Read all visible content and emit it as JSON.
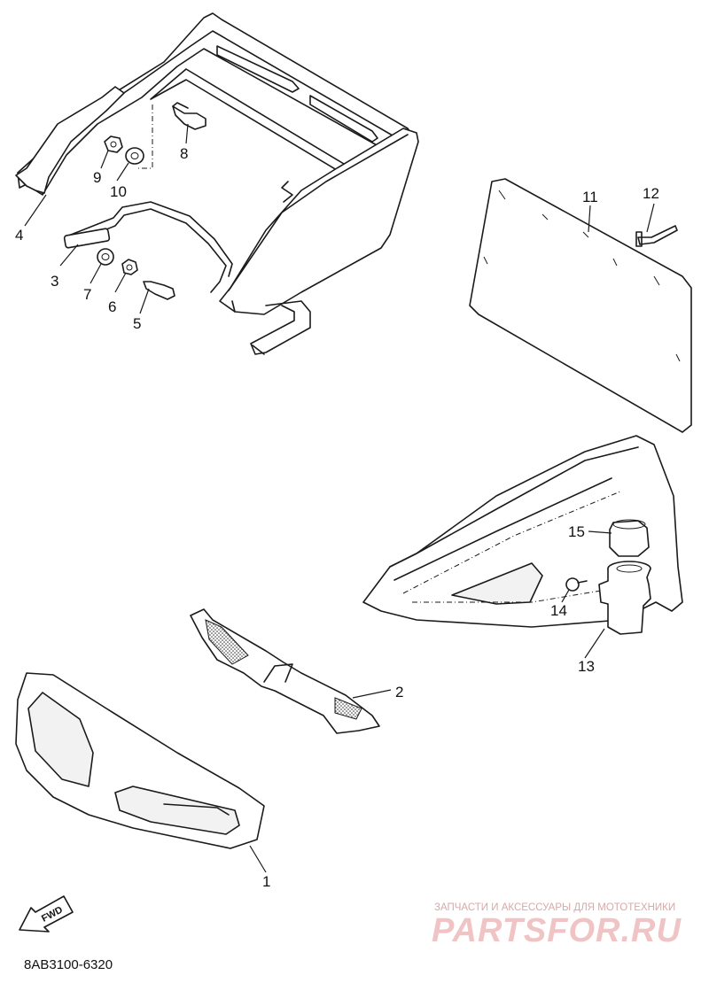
{
  "callouts": {
    "p1": "1",
    "p2": "2",
    "p3": "3",
    "p4": "4",
    "p5": "5",
    "p6": "6",
    "p7": "7",
    "p8": "8",
    "p9": "9",
    "p10": "10",
    "p11": "11",
    "p12": "12",
    "p13": "13",
    "p14": "14",
    "p15": "15"
  },
  "fwd_label": "FWD",
  "diagram_code": "8AB3100-6320",
  "watermark": {
    "tagline": "ЗАПЧАСТИ И АКСЕССУАРЫ ДЛЯ МОТОТЕХНИКИ",
    "brand": "PARTSFOR.RU",
    "color": "#e8a0a0"
  }
}
